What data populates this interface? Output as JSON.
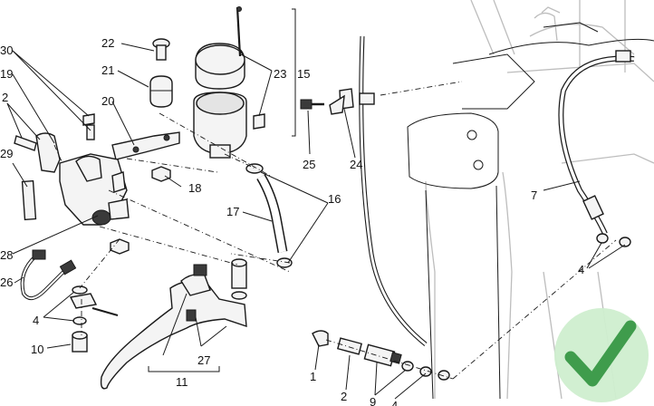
{
  "callouts": {
    "c30": "30",
    "c19": "19",
    "c2a": "2",
    "c29": "29",
    "c28": "28",
    "c26": "26",
    "c4a": "4",
    "c10": "10",
    "c22": "22",
    "c21": "21",
    "c20": "20",
    "c18": "18",
    "c23": "23",
    "c15": "15",
    "c17": "17",
    "c16": "16",
    "c25": "25",
    "c24": "24",
    "c27": "27",
    "c11": "11",
    "c7": "7",
    "c4b": "4",
    "c1": "1",
    "c2b": "2",
    "c9": "9",
    "c4c": "4"
  },
  "badge": {
    "icon": "checkmark-icon",
    "fill_color": "#cfeecf",
    "check_color": "#3f9c4c"
  }
}
